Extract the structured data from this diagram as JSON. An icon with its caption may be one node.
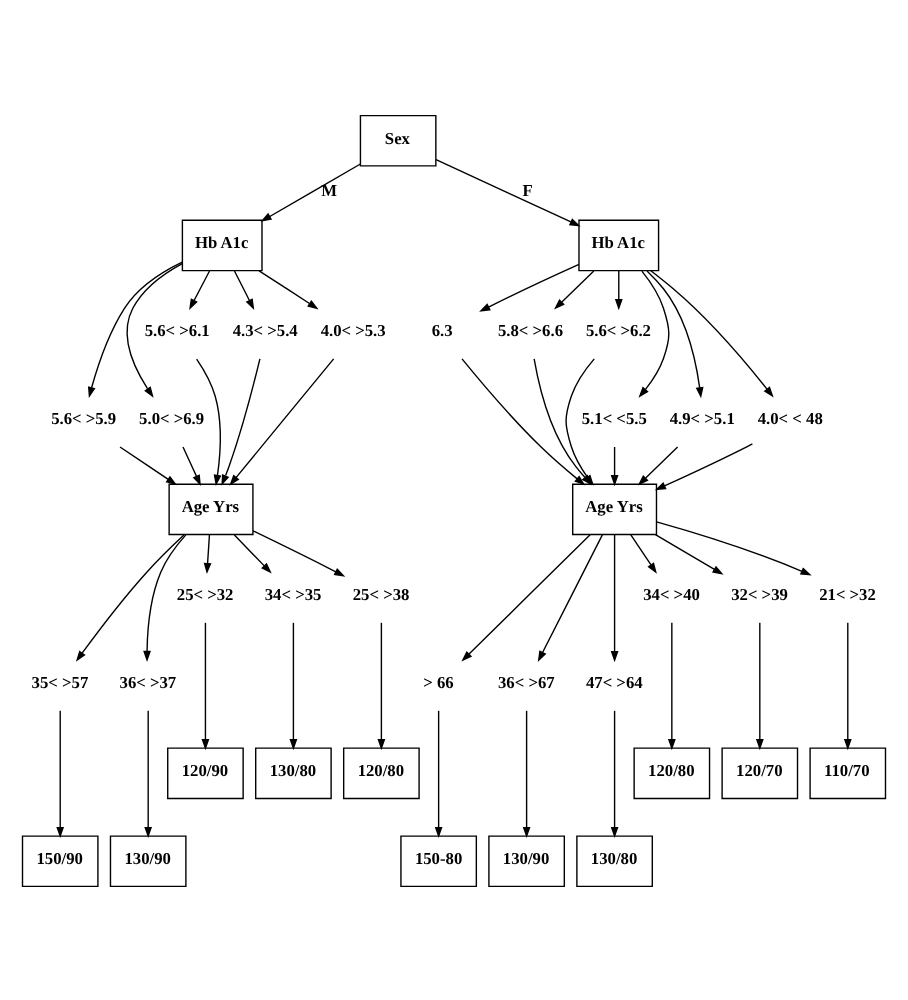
{
  "diagram": {
    "nodes": [
      {
        "text": [
          "Sex"
        ]
      },
      {
        "text": [
          "Hb A1c"
        ]
      },
      {
        "text": [
          "Hb A1c"
        ]
      },
      {
        "text": [
          "5.6< >5.9"
        ]
      },
      {
        "text": [
          "5.0< >6.9"
        ]
      },
      {
        "text": [
          "5.6< >6.1"
        ]
      },
      {
        "text": [
          "4.3< >5.4"
        ]
      },
      {
        "text": [
          "4.0< >5.3"
        ]
      },
      {
        "text": [
          "6.3"
        ]
      },
      {
        "text": [
          "5.8< >6.6"
        ]
      },
      {
        "text": [
          "5.6< >6.2"
        ]
      },
      {
        "text": [
          "5.1< <5.5"
        ]
      },
      {
        "text": [
          "4.9< >5.1"
        ]
      },
      {
        "text": [
          "4.0< < 48"
        ]
      },
      {
        "text": [
          "Age Yrs"
        ]
      },
      {
        "text": [
          "Age Yrs"
        ]
      },
      {
        "text": [
          "35< >57"
        ]
      },
      {
        "text": [
          "36< >37"
        ]
      },
      {
        "text": [
          "25< >32"
        ]
      },
      {
        "text": [
          "34< >35"
        ]
      },
      {
        "text": [
          "25< >38"
        ]
      },
      {
        "text": [
          "> 66"
        ]
      },
      {
        "text": [
          "36< >67"
        ]
      },
      {
        "text": [
          "47< >64"
        ]
      },
      {
        "text": [
          "34< >40"
        ]
      },
      {
        "text": [
          "32< >39"
        ]
      },
      {
        "text": [
          "21< >32"
        ]
      },
      {
        "text": [
          "150/90"
        ]
      },
      {
        "text": [
          "130/90"
        ]
      },
      {
        "text": [
          "120/90"
        ]
      },
      {
        "text": [
          "130/80"
        ]
      },
      {
        "text": [
          "120/80"
        ]
      },
      {
        "text": [
          "150-80"
        ]
      },
      {
        "text": [
          "130/90"
        ]
      },
      {
        "text": [
          "130/80"
        ]
      },
      {
        "text": [
          "120/80"
        ]
      },
      {
        "text": [
          "120/70"
        ]
      },
      {
        "text": [
          "110/70"
        ]
      }
    ],
    "edges": [
      {
        "from": 0,
        "to": 1,
        "arrow": "to",
        "label": "M"
      },
      {
        "from": 0,
        "to": 2,
        "arrow": "to",
        "label": "F"
      },
      {
        "from": 1,
        "to": 3,
        "arrow": "to"
      },
      {
        "from": 1,
        "to": 4,
        "arrow": "to"
      },
      {
        "from": 1,
        "to": 5,
        "arrow": "to"
      },
      {
        "from": 1,
        "to": 6,
        "arrow": "to"
      },
      {
        "from": 1,
        "to": 7,
        "arrow": "to"
      },
      {
        "from": 2,
        "to": 8,
        "arrow": "to"
      },
      {
        "from": 2,
        "to": 9,
        "arrow": "to"
      },
      {
        "from": 2,
        "to": 10,
        "arrow": "to"
      },
      {
        "from": 2,
        "to": 11,
        "arrow": "to"
      },
      {
        "from": 2,
        "to": 12,
        "arrow": "to"
      },
      {
        "from": 2,
        "to": 13,
        "arrow": "to"
      },
      {
        "from": 3,
        "to": 14,
        "arrow": "to"
      },
      {
        "from": 4,
        "to": 14,
        "arrow": "to"
      },
      {
        "from": 5,
        "to": 14,
        "arrow": "to"
      },
      {
        "from": 6,
        "to": 14,
        "arrow": "to"
      },
      {
        "from": 7,
        "to": 14,
        "arrow": "to"
      },
      {
        "from": 8,
        "to": 15,
        "arrow": "to"
      },
      {
        "from": 9,
        "to": 15,
        "arrow": "to"
      },
      {
        "from": 10,
        "to": 15,
        "arrow": "to"
      },
      {
        "from": 11,
        "to": 15,
        "arrow": "to"
      },
      {
        "from": 12,
        "to": 15,
        "arrow": "to"
      },
      {
        "from": 13,
        "to": 15,
        "arrow": "to"
      },
      {
        "from": 14,
        "to": 16,
        "arrow": "to"
      },
      {
        "from": 14,
        "to": 17,
        "arrow": "to"
      },
      {
        "from": 14,
        "to": 18,
        "arrow": "to"
      },
      {
        "from": 14,
        "to": 19,
        "arrow": "to"
      },
      {
        "from": 14,
        "to": 20,
        "arrow": "to"
      },
      {
        "from": 15,
        "to": 21,
        "arrow": "to"
      },
      {
        "from": 15,
        "to": 22,
        "arrow": "to"
      },
      {
        "from": 15,
        "to": 23,
        "arrow": "to"
      },
      {
        "from": 15,
        "to": 24,
        "arrow": "to"
      },
      {
        "from": 15,
        "to": 25,
        "arrow": "to"
      },
      {
        "from": 15,
        "to": 26,
        "arrow": "to"
      },
      {
        "from": 16,
        "to": 27,
        "arrow": "to"
      },
      {
        "from": 17,
        "to": 28,
        "arrow": "to"
      },
      {
        "from": 18,
        "to": 29,
        "arrow": "to"
      },
      {
        "from": 19,
        "to": 30,
        "arrow": "to"
      },
      {
        "from": 20,
        "to": 31,
        "arrow": "to"
      },
      {
        "from": 21,
        "to": 32,
        "arrow": "to"
      },
      {
        "from": 22,
        "to": 33,
        "arrow": "to"
      },
      {
        "from": 23,
        "to": 34,
        "arrow": "to"
      },
      {
        "from": 24,
        "to": 35,
        "arrow": "to"
      },
      {
        "from": 25,
        "to": 36,
        "arrow": "to"
      },
      {
        "from": 26,
        "to": 37,
        "arrow": "to"
      }
    ]
  }
}
